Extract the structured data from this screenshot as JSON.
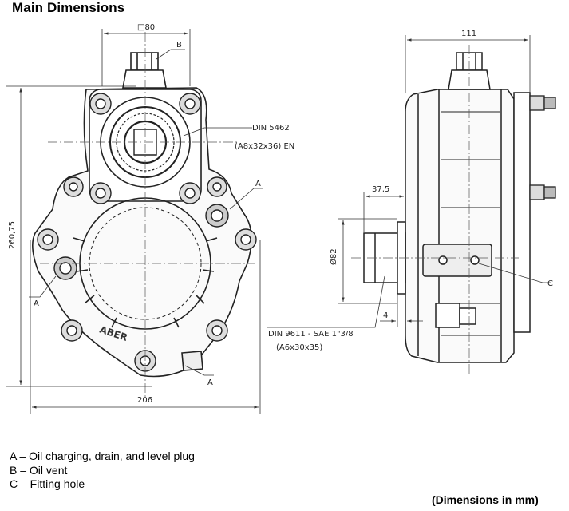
{
  "title": "Main Dimensions",
  "dims": {
    "top_width": "□80",
    "height": "260,75",
    "bottom_width": "206",
    "side_width": "111",
    "offset": "37,5",
    "shaft_dia": "Ø82",
    "shaft_gap": "4"
  },
  "callouts": {
    "a": "A",
    "b": "B",
    "c": "C",
    "din_top_1": "DIN 5462",
    "din_top_2": "(A8x32x36) EN",
    "din_bottom_1": "DIN 9611 - SAE 1\"3/8",
    "din_bottom_2": "(A6x30x35)"
  },
  "legend": [
    "A – Oil charging, drain, and level plug",
    "B – Oil vent",
    "C – Fitting hole"
  ],
  "units_note": "(Dimensions in mm)"
}
